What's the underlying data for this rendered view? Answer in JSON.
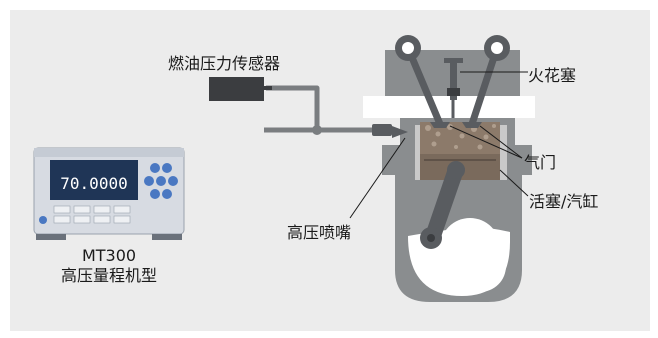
{
  "labels": {
    "pressure_sensor": "燃油压力传感器",
    "spark_plug": "火花塞",
    "valve": "气门",
    "piston_cylinder": "活塞/汽缸",
    "high_pressure_injector": "高压喷嘴"
  },
  "device": {
    "model": "MT300",
    "description": "高压量程机型",
    "display_value": "70.0000"
  },
  "colors": {
    "background": "#ececec",
    "engine_gray": "#8a8d8f",
    "pipe_gray": "#7a7d80",
    "sensor_dark": "#3b3d40",
    "chamber_brown": "#8c7a6a",
    "device_body": "#d7dbe2",
    "device_screen": "#1f3556"
  }
}
